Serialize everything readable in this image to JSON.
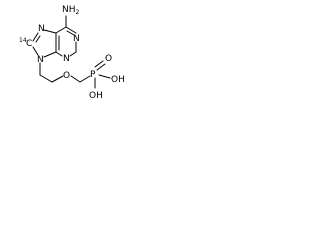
{
  "molecule": {
    "atoms": {
      "amino": "NH",
      "amino_subscript": "2",
      "n1": "N",
      "n3": "N",
      "n7": "N",
      "n9": "N",
      "isotope_mass": "14",
      "isotope_carbon": "C",
      "ether_oxygen": "O",
      "phosphorus": "P",
      "phosphoryl_oxygen": "O",
      "hydroxyl_1": "OH",
      "hydroxyl_2": "OH"
    }
  }
}
